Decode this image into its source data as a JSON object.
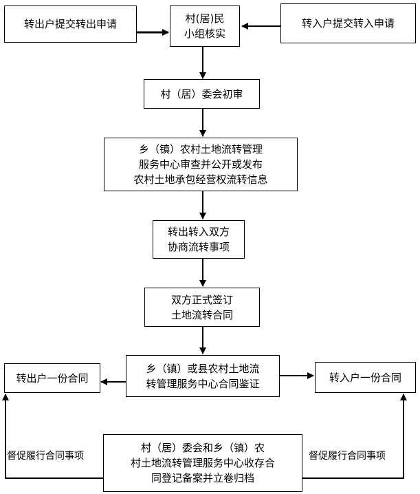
{
  "nodes": {
    "out_apply": [
      "转出户提交转出申请"
    ],
    "group_verify": [
      "村(居)民",
      "小组核实"
    ],
    "in_apply": [
      "转入户提交转入申请"
    ],
    "committee_review": [
      "村（居）委会初审"
    ],
    "center_review": [
      "乡（镇）农村土地流转管理",
      "服务中心审查并公开或发布",
      "农村土地承包经营权流转信息"
    ],
    "negotiate": [
      "转出转入双方",
      "协商流转事项"
    ],
    "sign": [
      "双方正式签订",
      "土地流转合同"
    ],
    "verify_contract": [
      "乡（镇）或县农村土地流",
      "转管理服务中心合同鉴证"
    ],
    "out_copy": [
      "转出户一份合同"
    ],
    "in_copy": [
      "转入户一份合同"
    ],
    "archive": [
      "村（居）委会和乡（镇）农",
      "村土地流转管理服务中心收存合",
      "同登记备案并立卷归档"
    ]
  },
  "edge_labels": {
    "left": "督促履行合同事项",
    "right": "督促履行合同事项"
  }
}
